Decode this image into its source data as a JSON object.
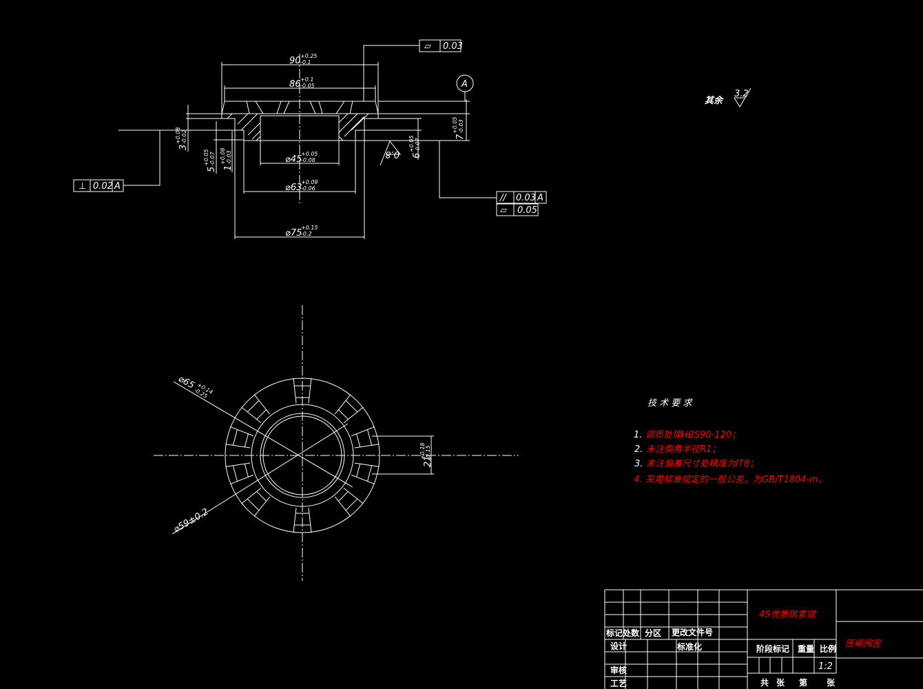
{
  "surface_note": {
    "label": "其余",
    "roughness": "3.2"
  },
  "section_view": {
    "dims": {
      "d90": {
        "v": "90",
        "u": "+0.25",
        "l": "-0.1"
      },
      "d86": {
        "v": "86",
        "u": "+0.1",
        "l": "-0.05"
      },
      "d45": {
        "v": "⌀45",
        "u": "+0.05",
        "l": "-0.08"
      },
      "d63": {
        "v": "⌀63",
        "u": "+0.09",
        "l": "-0.06"
      },
      "d75": {
        "v": "⌀75",
        "u": "+0.15",
        "l": "-0.2"
      },
      "d3": {
        "v": "3",
        "u": "+0.08",
        "l": "-0.02"
      },
      "d5": {
        "v": "5",
        "u": "+0.05",
        "l": "-0.07"
      },
      "d1": {
        "v": "1",
        "u": "+0.08",
        "l": "-0.03"
      },
      "d6": {
        "v": "6",
        "u": "+0.05",
        "l": "-0.07"
      },
      "d7": {
        "v": "7",
        "u": "+0.05",
        "l": "-0.03"
      }
    },
    "roughness": "0.8",
    "datum": "A",
    "gdt": {
      "flatness_top": {
        "symbol": "▱",
        "value": "0.03"
      },
      "perpendicularity": {
        "symbol": "⊥",
        "value": "0.02",
        "datum": "A"
      },
      "parallelism": {
        "symbol": "//",
        "value": "0.03",
        "datum": "A"
      },
      "flatness_bottom": {
        "symbol": "▱",
        "value": "0.05"
      }
    }
  },
  "plan_view": {
    "d65": {
      "v": "⌀65",
      "u": "+0.14",
      "l": "-0.25"
    },
    "d59": {
      "v": "⌀59±0.2"
    },
    "d21": {
      "v": "21",
      "u": "+0.18",
      "l": "-0.15"
    }
  },
  "tech_req": {
    "title": "技 术 要 求",
    "items": [
      {
        "num": "1.",
        "text": "调质处理HBS90-120；"
      },
      {
        "num": "2.",
        "text": "未注倒角半径R1；"
      },
      {
        "num": "3.",
        "text": "未注偏差尺寸处精度为IT8；"
      },
      {
        "num": "4.",
        "text": "采用标准规定的一般公差，为GB/T1804-m。"
      }
    ],
    "colors": {
      "text": "#ff0000",
      "num": "#ffffff"
    }
  },
  "title_block": {
    "material": "45优质碳素钢",
    "part_name": "压缩阀座",
    "labels": {
      "mark": "标记处数",
      "zone": "分区",
      "doc": "更改文件号",
      "design": "设计",
      "standard": "标准化",
      "review": "审核",
      "process": "工艺",
      "stage": "阶段标记",
      "weight": "重量",
      "scale_label": "比例",
      "scale": "1:2",
      "total": "共",
      "sheets": "张",
      "nth": "第",
      "sheet": "张"
    }
  }
}
